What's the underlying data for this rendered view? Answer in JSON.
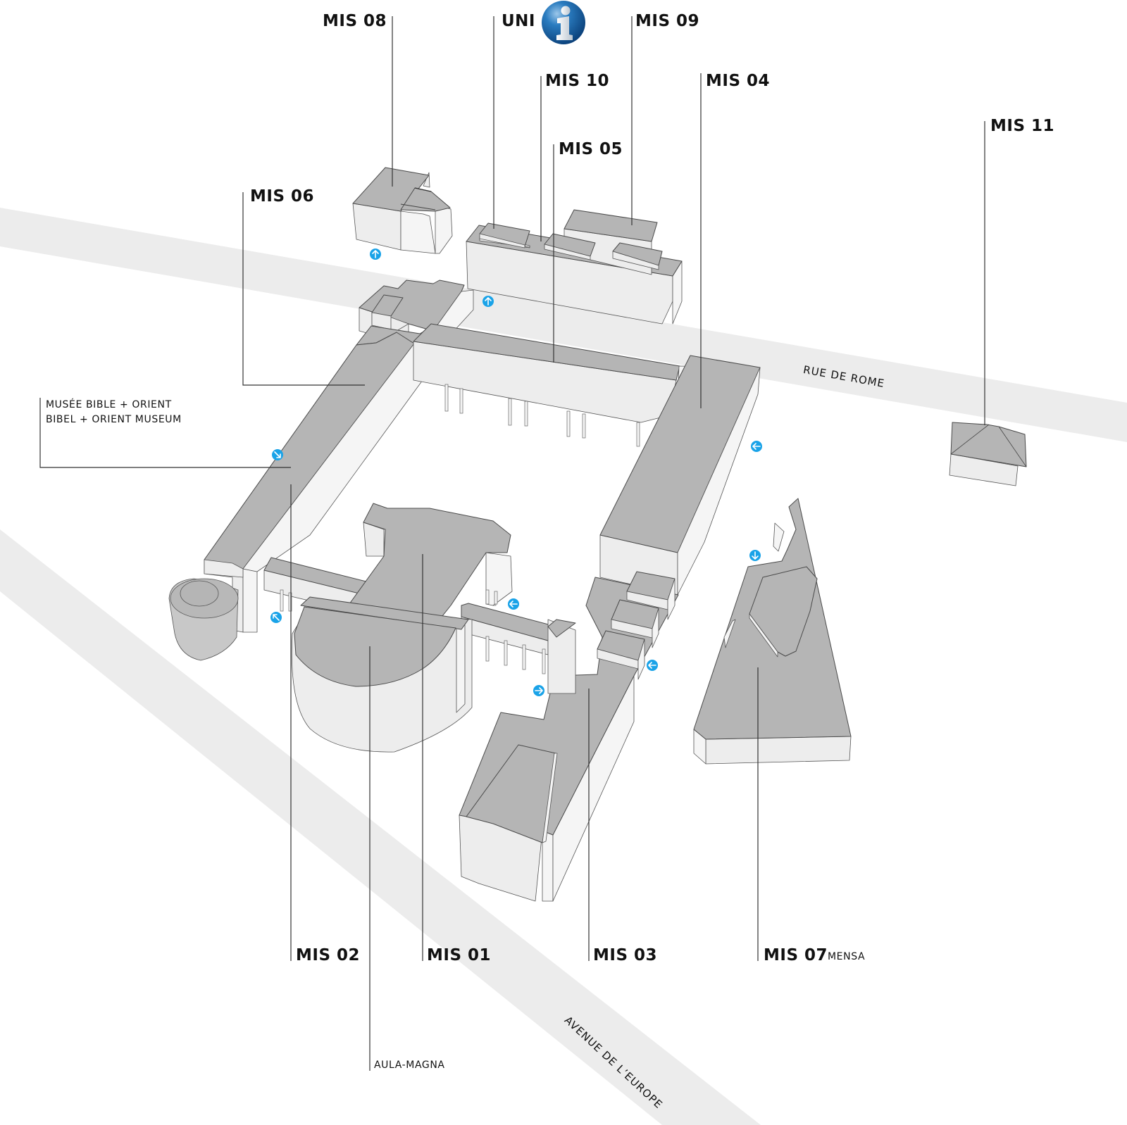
{
  "map": {
    "colors": {
      "roof": "#b5b5b5",
      "wall": "#ededed",
      "road": "#ececec",
      "entrance": "#1aa3e8",
      "info_blue": "#0d5ea6"
    },
    "info_point": {
      "label": "UNI",
      "icon": "info-icon",
      "glyph": "i"
    },
    "buildings": [
      {
        "id": "mis-08",
        "label": "MIS 08"
      },
      {
        "id": "mis-09",
        "label": "MIS 09"
      },
      {
        "id": "mis-10",
        "label": "MIS 10"
      },
      {
        "id": "mis-04",
        "label": "MIS 04"
      },
      {
        "id": "mis-05",
        "label": "MIS 05"
      },
      {
        "id": "mis-06",
        "label": "MIS 06"
      },
      {
        "id": "mis-11",
        "label": "MIS 11"
      },
      {
        "id": "mis-02",
        "label": "MIS 02"
      },
      {
        "id": "mis-01",
        "label": "MIS 01"
      },
      {
        "id": "mis-03",
        "label": "MIS 03"
      },
      {
        "id": "mis-07",
        "label": "MIS 07",
        "sublabel": "MENSA"
      }
    ],
    "annotations": {
      "museum_line1": "MUSÉE BIBLE + ORIENT",
      "museum_line2": "BIBEL + ORIENT MUSEUM",
      "aula": "AULA-MAGNA"
    },
    "streets": {
      "rue_de_rome": "RUE DE ROME",
      "avenue_europe": "AVENUE DE L’EUROPE"
    },
    "entrances": [
      {
        "direction": "up"
      },
      {
        "direction": "up"
      },
      {
        "direction": "down-right"
      },
      {
        "direction": "up-left"
      },
      {
        "direction": "left"
      },
      {
        "direction": "right"
      },
      {
        "direction": "left"
      },
      {
        "direction": "left"
      },
      {
        "direction": "down"
      }
    ]
  }
}
